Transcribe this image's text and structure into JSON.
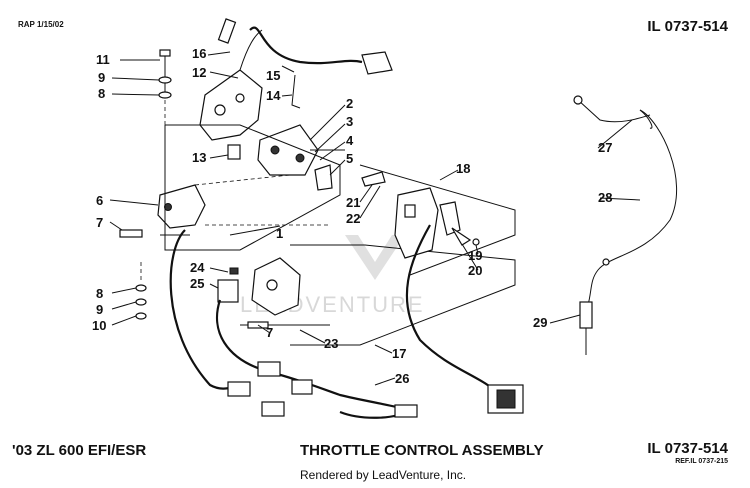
{
  "header": {
    "rap_date": "RAP 1/15/02",
    "illustration_id_top": "IL 0737-514"
  },
  "footer": {
    "model": "'03 ZL 600 EFI/ESR",
    "title": "THROTTLE CONTROL ASSEMBLY",
    "rendered_by": "Rendered by LeadVenture, Inc.",
    "illustration_id_bottom": "IL 0737-514",
    "reference": "REF.IL 0737-215"
  },
  "watermark": "LEADVENTURE",
  "callouts": [
    "1",
    "2",
    "3",
    "4",
    "5",
    "6",
    "7",
    "7",
    "8",
    "8",
    "9",
    "9",
    "10",
    "11",
    "12",
    "13",
    "14",
    "15",
    "16",
    "17",
    "18",
    "19",
    "20",
    "21",
    "22",
    "23",
    "24",
    "25",
    "26",
    "27",
    "28",
    "29"
  ]
}
